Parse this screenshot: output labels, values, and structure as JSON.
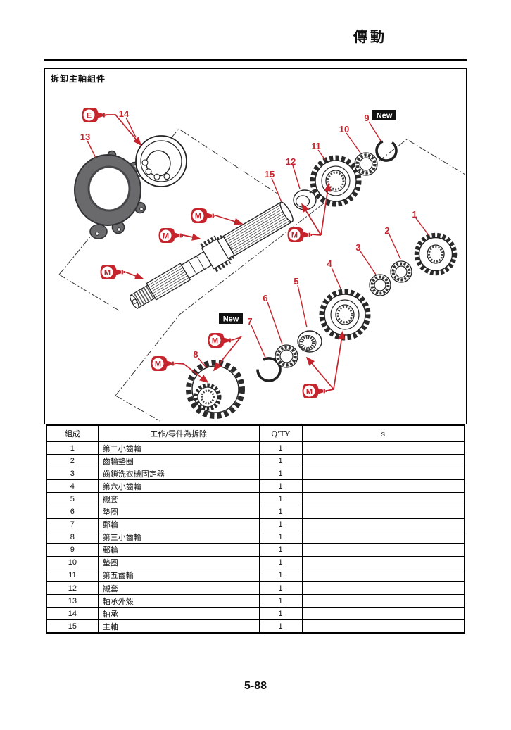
{
  "page": {
    "section_title": "傳動",
    "page_number": "5-88"
  },
  "figure": {
    "caption": "拆卸主軸組件",
    "new_badge": "New",
    "oil_symbol": "E",
    "grease_symbol": "M",
    "callouts": {
      "n1": "1",
      "n2": "2",
      "n3": "3",
      "n4": "4",
      "n5": "5",
      "n6": "6",
      "n7": "7",
      "n8": "8",
      "n9": "9",
      "n10": "10",
      "n11": "11",
      "n12": "12",
      "n13": "13",
      "n14": "14",
      "n15": "15"
    }
  },
  "table": {
    "headers": {
      "col1": "組成",
      "col2": "工作/零件為拆除",
      "col3": "Q'TY",
      "col4": "s"
    },
    "rows": [
      {
        "no": "1",
        "desc": "第二小齒輪",
        "qty": "1",
        "remark": ""
      },
      {
        "no": "2",
        "desc": "齒輪墊圈",
        "qty": "1",
        "remark": ""
      },
      {
        "no": "3",
        "desc": "齒鎖洗衣機固定器",
        "qty": "1",
        "remark": ""
      },
      {
        "no": "4",
        "desc": "第六小齒輪",
        "qty": "1",
        "remark": ""
      },
      {
        "no": "5",
        "desc": "襯套",
        "qty": "1",
        "remark": ""
      },
      {
        "no": "6",
        "desc": "墊圈",
        "qty": "1",
        "remark": ""
      },
      {
        "no": "7",
        "desc": "郵輪",
        "qty": "1",
        "remark": ""
      },
      {
        "no": "8",
        "desc": "第三小齒輪",
        "qty": "1",
        "remark": ""
      },
      {
        "no": "9",
        "desc": "郵輪",
        "qty": "1",
        "remark": ""
      },
      {
        "no": "10",
        "desc": "墊圈",
        "qty": "1",
        "remark": ""
      },
      {
        "no": "11",
        "desc": "第五齒輪",
        "qty": "1",
        "remark": ""
      },
      {
        "no": "12",
        "desc": "襯套",
        "qty": "1",
        "remark": ""
      },
      {
        "no": "13",
        "desc": "軸承外殼",
        "qty": "1",
        "remark": ""
      },
      {
        "no": "14",
        "desc": "軸承",
        "qty": "1",
        "remark": ""
      },
      {
        "no": "15",
        "desc": "主軸",
        "qty": "1",
        "remark": ""
      }
    ]
  },
  "colors": {
    "accent_red": "#c5242c",
    "badge_black": "#111111",
    "housing_gray": "#6a6a6c"
  }
}
